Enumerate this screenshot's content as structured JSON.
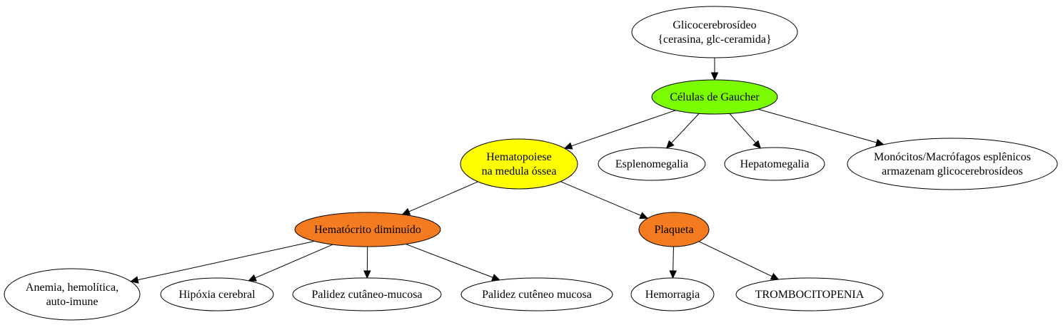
{
  "colors": {
    "default_fill": "#ffffff",
    "green": "#7cfc00",
    "yellow": "#ffff00",
    "orange": "#f47b20",
    "stroke": "#000000"
  },
  "nodes": [
    {
      "id": "glico",
      "lines": [
        "Glicocerebrosídeo",
        "{cerasina, glc-ceramida}"
      ],
      "color": "default_fill"
    },
    {
      "id": "gaucher",
      "lines": [
        "Células de Gaucher"
      ],
      "color": "green"
    },
    {
      "id": "hemato",
      "lines": [
        "Hematopoiese",
        "na medula óssea"
      ],
      "color": "yellow"
    },
    {
      "id": "espleno",
      "lines": [
        "Esplenomegalia"
      ],
      "color": "default_fill"
    },
    {
      "id": "hepato",
      "lines": [
        "Hepatomegalia"
      ],
      "color": "default_fill"
    },
    {
      "id": "monocitos",
      "lines": [
        "Monócitos/Macrófagos esplênicos",
        "armazenam glicocerebrosídeos"
      ],
      "color": "default_fill"
    },
    {
      "id": "hematocrito",
      "lines": [
        "Hematócrito diminuído"
      ],
      "color": "orange"
    },
    {
      "id": "plaqueta",
      "lines": [
        "Plaqueta"
      ],
      "color": "orange"
    },
    {
      "id": "anemia",
      "lines": [
        "Anemia, hemolítica,",
        "auto-imune"
      ],
      "color": "default_fill"
    },
    {
      "id": "hipoxia",
      "lines": [
        "Hipóxia cerebral"
      ],
      "color": "default_fill"
    },
    {
      "id": "palidez1",
      "lines": [
        "Palidez cutâneo-mucosa"
      ],
      "color": "default_fill"
    },
    {
      "id": "palidez2",
      "lines": [
        "Palidez cutêneo mucosa"
      ],
      "color": "default_fill"
    },
    {
      "id": "hemorragia",
      "lines": [
        "Hemorragia"
      ],
      "color": "default_fill"
    },
    {
      "id": "trombo",
      "lines": [
        "TROMBOCITOPENIA"
      ],
      "color": "default_fill"
    }
  ],
  "edges": [
    {
      "from": "glico",
      "to": "gaucher"
    },
    {
      "from": "gaucher",
      "to": "hemato"
    },
    {
      "from": "gaucher",
      "to": "espleno"
    },
    {
      "from": "gaucher",
      "to": "hepato"
    },
    {
      "from": "gaucher",
      "to": "monocitos"
    },
    {
      "from": "hemato",
      "to": "hematocrito"
    },
    {
      "from": "hemato",
      "to": "plaqueta"
    },
    {
      "from": "hematocrito",
      "to": "anemia"
    },
    {
      "from": "hematocrito",
      "to": "hipoxia"
    },
    {
      "from": "hematocrito",
      "to": "palidez1"
    },
    {
      "from": "hematocrito",
      "to": "palidez2"
    },
    {
      "from": "plaqueta",
      "to": "hemorragia"
    },
    {
      "from": "plaqueta",
      "to": "trombo"
    }
  ]
}
